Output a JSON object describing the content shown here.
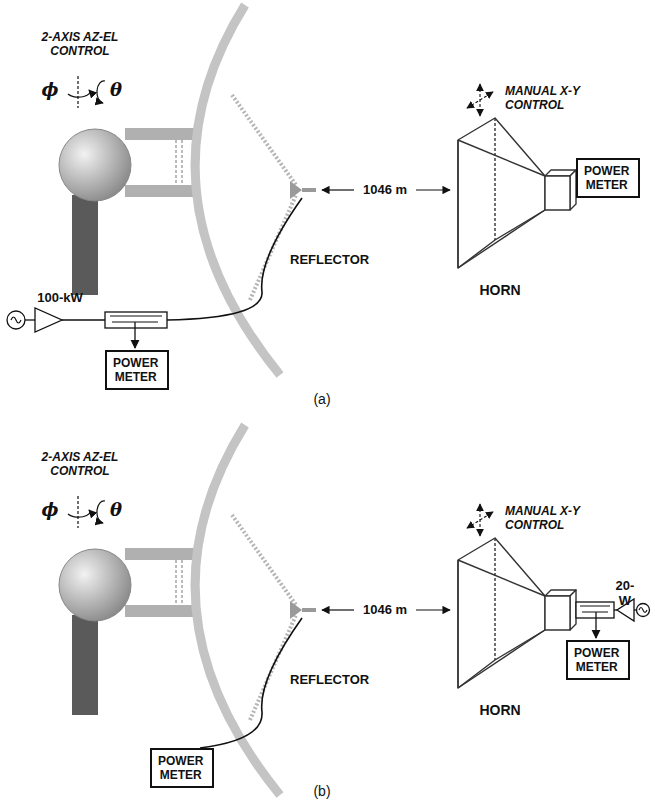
{
  "diagram": {
    "nodes": [
      {
        "text": [
          "POWER METER"
        ]
      },
      {
        "text": [
          "POWER METER"
        ]
      },
      {
        "text": [
          "POWER METER"
        ]
      },
      {
        "text": [
          "POWER METER"
        ]
      }
    ],
    "labels": [
      "2-AXIS AZ-EL CONTROL",
      "ϕ",
      "θ",
      "REFLECTOR",
      "100-kW",
      "1046 m",
      "MANUAL X-Y CONTROL",
      "HORN",
      "(a)",
      "2-AXIS AZ-EL CONTROL",
      "ϕ",
      "θ",
      "REFLECTOR",
      "1046 m",
      "MANUAL X-Y CONTROL",
      "HORN",
      "20-W",
      "(b)"
    ]
  }
}
